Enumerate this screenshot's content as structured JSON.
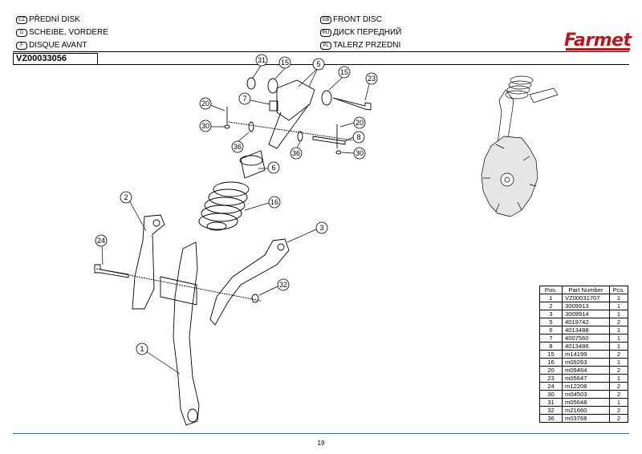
{
  "header": {
    "titles_left": [
      {
        "flag": "CZ",
        "text": "PŘEDNÍ DISK"
      },
      {
        "flag": "D",
        "text": "SCHEIBE, VORDERE"
      },
      {
        "flag": "F",
        "text": "DISQUE AVANT"
      }
    ],
    "titles_right": [
      {
        "flag": "GB",
        "text": "FRONT DISC"
      },
      {
        "flag": "RU",
        "text": "ДИСК ПЕРЕДНИЙ"
      },
      {
        "flag": "PL",
        "text": "TALERZ PRZEDNI"
      }
    ],
    "code": "VZ00033056",
    "logo": "Farmet"
  },
  "callouts": [
    "31",
    "15",
    "5",
    "15",
    "23",
    "7",
    "20",
    "30",
    "20",
    "8",
    "30",
    "36",
    "36",
    "6",
    "16",
    "2",
    "3",
    "24",
    "32",
    "1"
  ],
  "parts_table": {
    "headers": [
      "Pos.",
      "Part Number",
      "Pcs."
    ],
    "rows": [
      [
        "1",
        "VZ00031707",
        "1"
      ],
      [
        "2",
        "3009913",
        "1"
      ],
      [
        "3",
        "3009914",
        "1"
      ],
      [
        "5",
        "4019742",
        "2"
      ],
      [
        "6",
        "4013488",
        "1"
      ],
      [
        "7",
        "4007560",
        "1"
      ],
      [
        "8",
        "4013486",
        "1"
      ],
      [
        "15",
        "m14199",
        "2"
      ],
      [
        "16",
        "m09263",
        "1"
      ],
      [
        "20",
        "m09464",
        "2"
      ],
      [
        "23",
        "m05647",
        "1"
      ],
      [
        "24",
        "m12208",
        "2"
      ],
      [
        "30",
        "m04503",
        "2"
      ],
      [
        "31",
        "m05648",
        "1"
      ],
      [
        "32",
        "m21660",
        "2"
      ],
      [
        "36",
        "m03768",
        "2"
      ]
    ]
  },
  "page_number": "19"
}
